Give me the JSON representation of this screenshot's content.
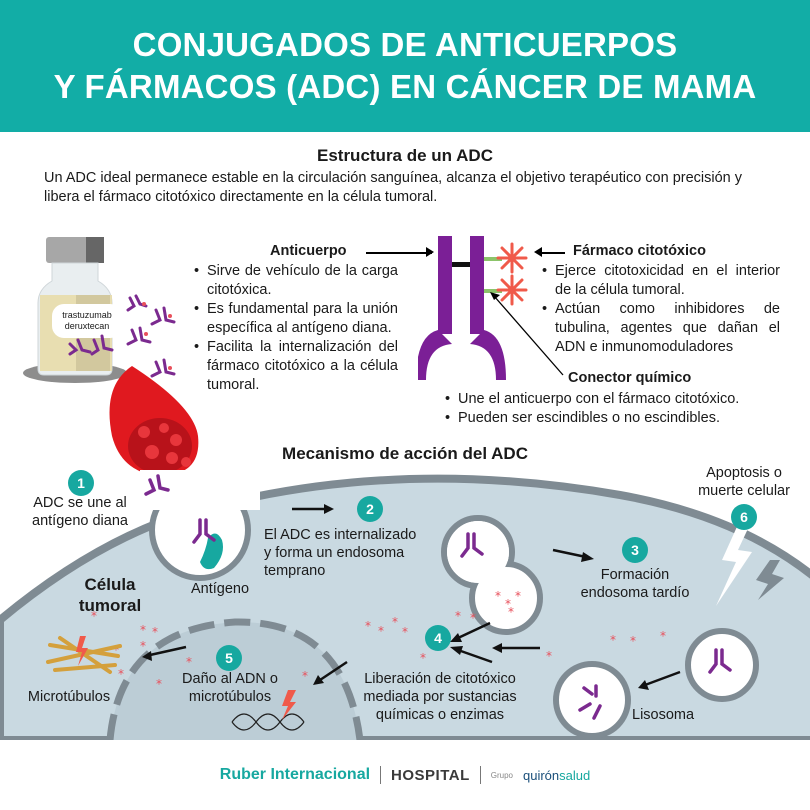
{
  "header": {
    "title_line1": "CONJUGADOS DE ANTICUERPOS",
    "title_line2": "Y FÁRMACOS (ADC) EN CÁNCER DE MAMA",
    "background_color": "#12ada6"
  },
  "structure": {
    "title": "Estructura de un ADC",
    "intro": "Un ADC ideal permanece estable en la circulación sanguínea, alcanza el objetivo terapéutico con precisión y libera el fármaco citotóxico directamente en la célula tumoral.",
    "vial_label_line1": "trastuzumab",
    "vial_label_line2": "deruxtecan",
    "antibody": {
      "label": "Anticuerpo",
      "bullets": [
        "Sirve de vehículo de la carga citotóxica.",
        "Es fundamental para la unión específica al antígeno diana.",
        "Facilita la internalización del fármaco citotóxico a la célula tumoral."
      ]
    },
    "drug": {
      "label": "Fármaco citotóxico",
      "bullets": [
        "Ejerce citotoxicidad en el interior de la célula tumoral.",
        "Actúan como inhibidores de tubulina, agentes que dañan el ADN e inmunomoduladores"
      ]
    },
    "linker": {
      "label": "Conector químico",
      "bullets": [
        "Une el anticuerpo con el fármaco citotóxico.",
        "Pueden ser escindibles o  no escindibles."
      ]
    }
  },
  "mechanism": {
    "title": "Mecanismo de acción del ADC",
    "cell_label_line1": "Célula",
    "cell_label_line2": "tumoral",
    "antigen_label": "Antígeno",
    "microtubules_label": "Microtúbulos",
    "lysosome_label": "Lisosoma",
    "steps": [
      {
        "number": "1",
        "line1": "ADC se une al",
        "line2": "antígeno diana"
      },
      {
        "number": "2",
        "line1": "El ADC es internalizado",
        "line2": "y forma un endosoma",
        "line3": "temprano"
      },
      {
        "number": "3",
        "line1": "Formación",
        "line2": "endosoma tardío"
      },
      {
        "number": "4",
        "line1": "Liberación de citotóxico",
        "line2": "mediada por sustancias",
        "line3": "químicas o enzimas"
      },
      {
        "number": "5",
        "line1": "Daño al ADN o",
        "line2": "microtúbulos"
      },
      {
        "number": "6",
        "line1": "Apoptosis o",
        "line2": "muerte celular"
      }
    ],
    "colors": {
      "cell_fill": "#c9d9e1",
      "membrane": "#7f8b93",
      "badge": "#17a8a0",
      "antibody": "#7b2a8f",
      "drug": "#e8505b"
    }
  },
  "footer": {
    "brand1": "Ruber Internacional",
    "brand2": "HOSPITAL",
    "grupo": "Grupo",
    "brand3_a": "quirón",
    "brand3_b": "salud"
  }
}
